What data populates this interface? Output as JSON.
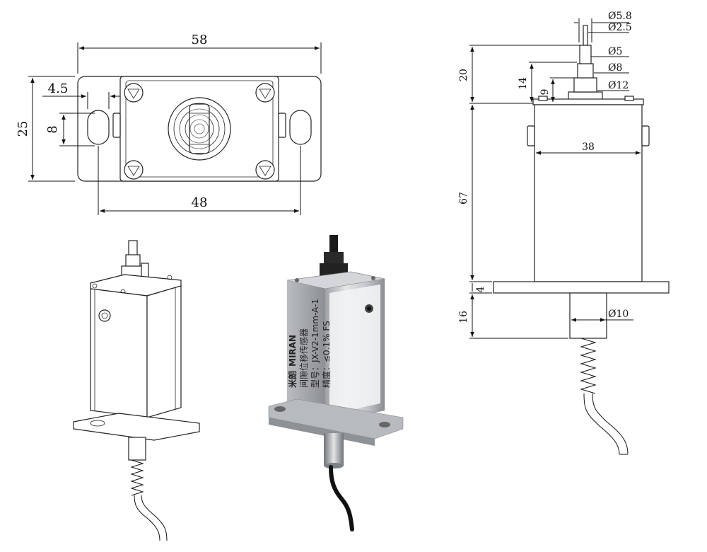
{
  "dimensions": {
    "top_width": "58",
    "height": "25",
    "offset": "4.5",
    "slot": "8",
    "hole_span": "48",
    "d58": "Ø5.8",
    "d25": "Ø2.5",
    "d5": "Ø5",
    "d8": "Ø8",
    "d12": "Ø12",
    "h20": "20",
    "h14": "14",
    "h9": "9",
    "w38": "38",
    "h67": "67",
    "h4": "4",
    "h16": "16",
    "d10": "Ø10"
  },
  "product": {
    "brand_cn": "米朗",
    "brand_en": "MIRAN",
    "name": "间隙位移传感器",
    "model": "型号：JX-V2-1mm-A-1",
    "accuracy": "精度：≤0.1% FS"
  },
  "colors": {
    "metal": "#c9ccd0",
    "metal_dark": "#8e9297",
    "black": "#1a1a1a"
  }
}
